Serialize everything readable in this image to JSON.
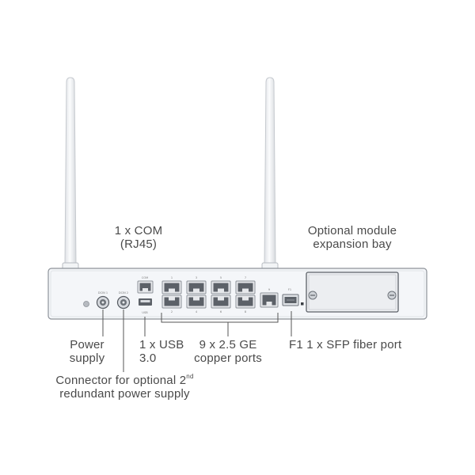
{
  "labels": {
    "com": {
      "line1": "1 x COM",
      "line2": "(RJ45)"
    },
    "module": {
      "line1": "Optional module",
      "line2": "expansion bay"
    },
    "power": {
      "line1": "Power",
      "line2": "supply"
    },
    "usb": {
      "line1": "1 x USB",
      "line2": "3.0"
    },
    "copper": {
      "line1": "9 x  2.5 GE",
      "line2": "copper ports"
    },
    "sfp": "F1 1 x SFP fiber port",
    "redundant": {
      "line1_pre": "Connector for optional 2",
      "line1_sup": "nd",
      "line2": "redundant power supply"
    }
  },
  "device_text": {
    "dc1": "DCIN 1",
    "dc2": "DCIN 2",
    "com": "COM",
    "usb": "USB",
    "port_top": [
      "1",
      "3",
      "5",
      "7"
    ],
    "port_bottom": [
      "2",
      "4",
      "6",
      "8"
    ],
    "port9": "9",
    "sfp": "F1"
  },
  "colors": {
    "chassis_fill": "#f4f6f9",
    "chassis_stroke": "#8d9299",
    "antenna_fill": "#eef0f3",
    "port_fill": "#5c6168",
    "text": "#4a4a4a",
    "line": "#555555"
  }
}
